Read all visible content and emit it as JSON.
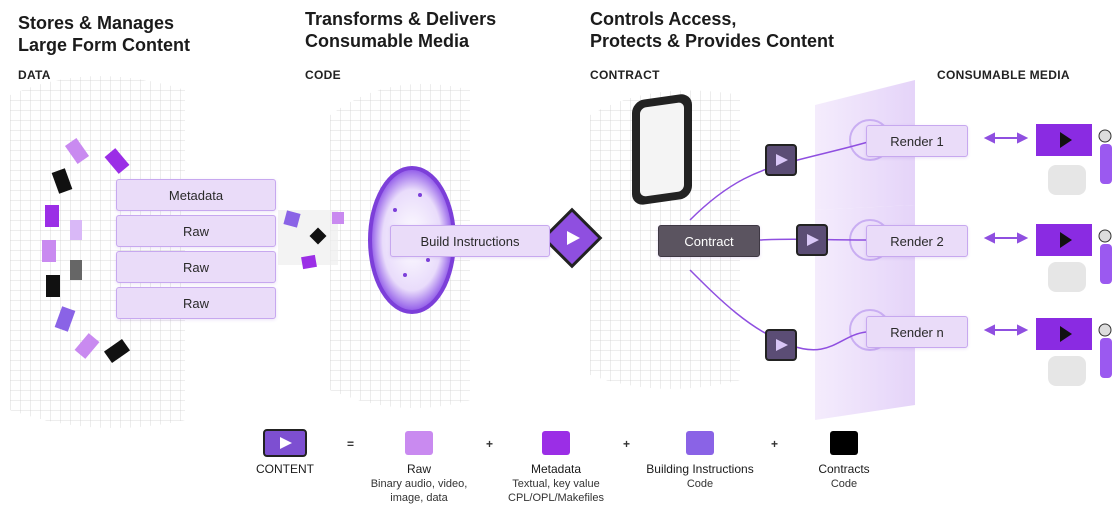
{
  "headings": {
    "data": "Stores & Manages\nLarge Form Content",
    "code": "Transforms & Delivers\nConsumable Media",
    "contract": "Controls Access,\nProtects & Provides Content"
  },
  "sections": {
    "data": "DATA",
    "code": "CODE",
    "contract": "CONTRACT",
    "media": "CONSUMABLE MEDIA"
  },
  "data_boxes": [
    "Metadata",
    "Raw",
    "Raw",
    "Raw"
  ],
  "build_label": "Build Instructions",
  "contract_label": "Contract",
  "renders": [
    "Render 1",
    "Render 2",
    "Render n"
  ],
  "legend": {
    "content": "CONTENT",
    "equals": "=",
    "plus": "+",
    "items": [
      {
        "label": "Raw",
        "sub": "Binary audio, video,\nimage, data",
        "color": "#c98af0"
      },
      {
        "label": "Metadata",
        "sub": "Textual, key value\nCPL/OPL/Makefiles",
        "color": "#9b2ee6"
      },
      {
        "label": "Building Instructions",
        "sub": "Code",
        "color": "#8a63e6"
      },
      {
        "label": "Contracts",
        "sub": "Code",
        "color": "#000000"
      }
    ]
  },
  "colors": {
    "accent": "#8f4fe0",
    "box_fill": "#eadcf9",
    "dark_box": "#5b5460",
    "panel": "#ece0fa"
  }
}
